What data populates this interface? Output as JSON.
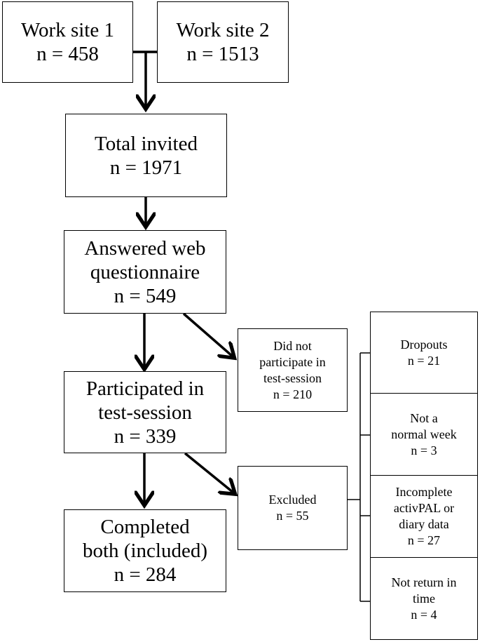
{
  "boxes": {
    "work_site_1": "Work site 1\nn = 458",
    "work_site_2": "Work site 2\nn = 1513",
    "total_invited": "Total invited\nn = 1971",
    "answered_web": "Answered web\nquestionnaire\nn = 549",
    "did_not_participate": "Did not\nparticipate in\ntest-session\nn = 210",
    "participated": "Participated in\ntest-session\nn = 339",
    "excluded": "Excluded\nn = 55",
    "completed": "Completed\nboth (included)\nn = 284",
    "dropouts": "Dropouts\nn = 21",
    "not_normal_week": "Not a\nnormal week\nn = 3",
    "incomplete": "Incomplete\nactivPAL or\ndiary data\nn = 27",
    "not_return": "Not return in\ntime\nn = 4"
  }
}
